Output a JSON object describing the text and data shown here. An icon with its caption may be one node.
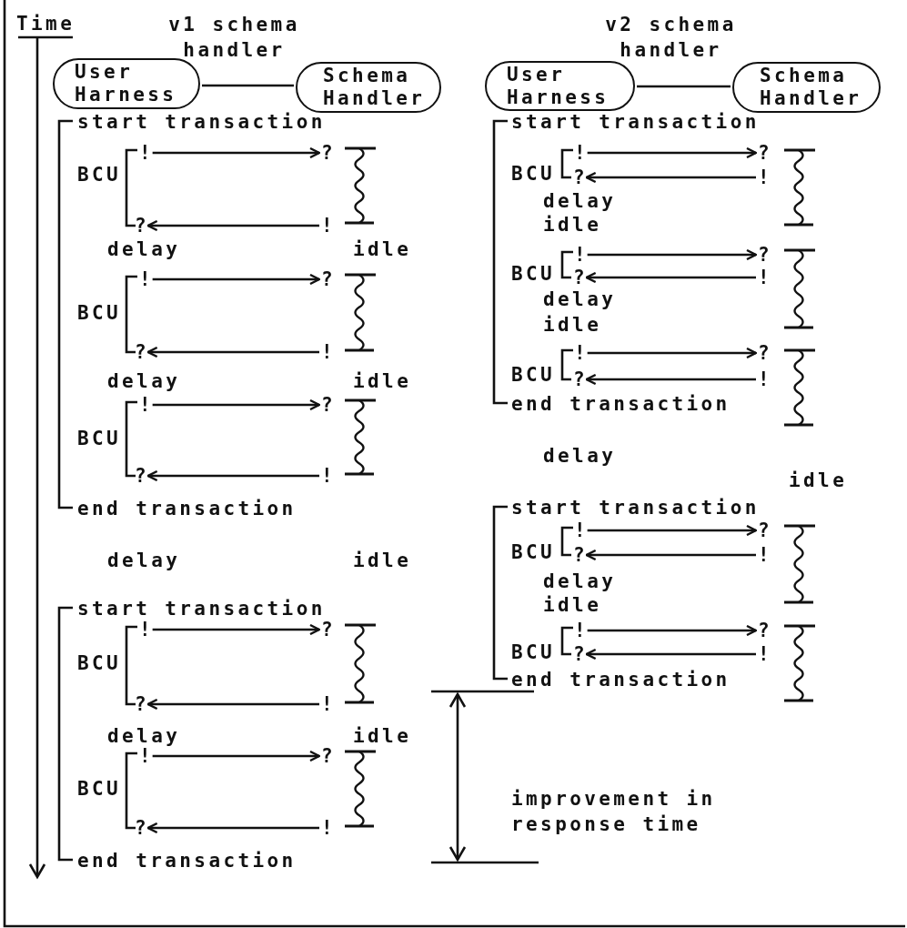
{
  "diagram": {
    "nodes": [
      {
        "text": [
          "User Harness"
        ]
      },
      {
        "text": [
          "Schema Handler"
        ]
      },
      {
        "text": [
          "User Harness"
        ]
      },
      {
        "text": [
          "Schema Handler"
        ]
      },
      {
        "text": [
          "!"
        ]
      },
      {
        "text": [
          "?"
        ]
      },
      {
        "text": [
          "?"
        ]
      },
      {
        "text": [
          "!"
        ]
      },
      {
        "text": [
          "!"
        ]
      },
      {
        "text": [
          "?"
        ]
      },
      {
        "text": [
          "?"
        ]
      },
      {
        "text": [
          "!"
        ]
      },
      {
        "text": [
          "!"
        ]
      },
      {
        "text": [
          "?"
        ]
      },
      {
        "text": [
          "?"
        ]
      },
      {
        "text": [
          "!"
        ]
      },
      {
        "text": [
          "!"
        ]
      },
      {
        "text": [
          "?"
        ]
      },
      {
        "text": [
          "?"
        ]
      },
      {
        "text": [
          "!"
        ]
      },
      {
        "text": [
          "!"
        ]
      },
      {
        "text": [
          "?"
        ]
      },
      {
        "text": [
          "?"
        ]
      },
      {
        "text": [
          "!"
        ]
      },
      {
        "text": [
          "!"
        ]
      },
      {
        "text": [
          "?"
        ]
      },
      {
        "text": [
          "?"
        ]
      },
      {
        "text": [
          "!"
        ]
      },
      {
        "text": [
          "!"
        ]
      },
      {
        "text": [
          "?"
        ]
      },
      {
        "text": [
          "?"
        ]
      },
      {
        "text": [
          "!"
        ]
      },
      {
        "text": [
          "!"
        ]
      },
      {
        "text": [
          "?"
        ]
      },
      {
        "text": [
          "?"
        ]
      },
      {
        "text": [
          "!"
        ]
      },
      {
        "text": [
          "!"
        ]
      },
      {
        "text": [
          "?"
        ]
      },
      {
        "text": [
          "?"
        ]
      },
      {
        "text": [
          "!"
        ]
      },
      {
        "text": [
          "!"
        ]
      },
      {
        "text": [
          "?"
        ]
      },
      {
        "text": [
          "?"
        ]
      },
      {
        "text": [
          "!"
        ]
      }
    ],
    "edges": [
      {
        "from": 0,
        "to": 1,
        "arrow": "none"
      },
      {
        "from": 2,
        "to": 3,
        "arrow": "none"
      },
      {
        "from": 4,
        "to": 5,
        "arrow": "to"
      },
      {
        "from": 7,
        "to": 6,
        "arrow": "to"
      },
      {
        "from": 8,
        "to": 9,
        "arrow": "to"
      },
      {
        "from": 11,
        "to": 10,
        "arrow": "to"
      },
      {
        "from": 12,
        "to": 13,
        "arrow": "to"
      },
      {
        "from": 15,
        "to": 14,
        "arrow": "to"
      },
      {
        "from": 16,
        "to": 17,
        "arrow": "to"
      },
      {
        "from": 19,
        "to": 18,
        "arrow": "to"
      },
      {
        "from": 20,
        "to": 21,
        "arrow": "to"
      },
      {
        "from": 23,
        "to": 22,
        "arrow": "to"
      },
      {
        "from": 24,
        "to": 25,
        "arrow": "to"
      },
      {
        "from": 27,
        "to": 26,
        "arrow": "to"
      },
      {
        "from": 28,
        "to": 29,
        "arrow": "to"
      },
      {
        "from": 31,
        "to": 30,
        "arrow": "to"
      },
      {
        "from": 32,
        "to": 33,
        "arrow": "to"
      },
      {
        "from": 35,
        "to": 34,
        "arrow": "to"
      },
      {
        "from": 36,
        "to": 37,
        "arrow": "to"
      },
      {
        "from": 39,
        "to": 38,
        "arrow": "to"
      },
      {
        "from": 40,
        "to": 41,
        "arrow": "to"
      },
      {
        "from": 43,
        "to": 42,
        "arrow": "to"
      }
    ],
    "labels": [
      "Time",
      "v1 schema handler",
      "v2 schema handler",
      "start transaction",
      "BCU",
      "delay",
      "idle",
      "BCU",
      "delay",
      "idle",
      "BCU",
      "end transaction",
      "delay",
      "idle",
      "start transaction",
      "BCU",
      "delay",
      "idle",
      "BCU",
      "end transaction",
      "start transaction",
      "BCU",
      "delay",
      "idle",
      "BCU",
      "delay",
      "idle",
      "BCU",
      "end transaction",
      "delay",
      "idle",
      "start transaction",
      "BCU",
      "delay",
      "idle",
      "BCU",
      "end transaction",
      "improvement in response time"
    ]
  }
}
